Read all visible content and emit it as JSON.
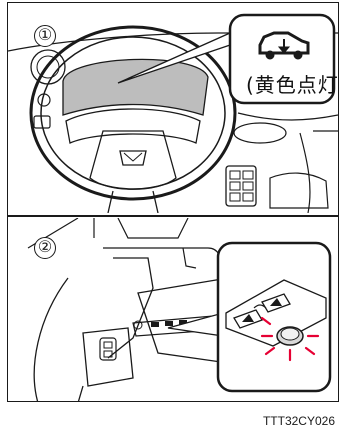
{
  "figure": {
    "steps": [
      {
        "label": "①"
      },
      {
        "label": "②"
      }
    ],
    "indicator_callout": {
      "icon": "vehicle-tailgate-open-icon",
      "text": "(黄色点灯)"
    },
    "switch_callout": {
      "icons": [
        "tailgate-close-icon",
        "tailgate-lock-icon",
        "switch-button-icon"
      ]
    },
    "image_code": "TTT32CY026"
  },
  "colors": {
    "line": "#1a1a1a",
    "highlight": "#e60033",
    "cluster_fill": "#bdbdbd"
  }
}
